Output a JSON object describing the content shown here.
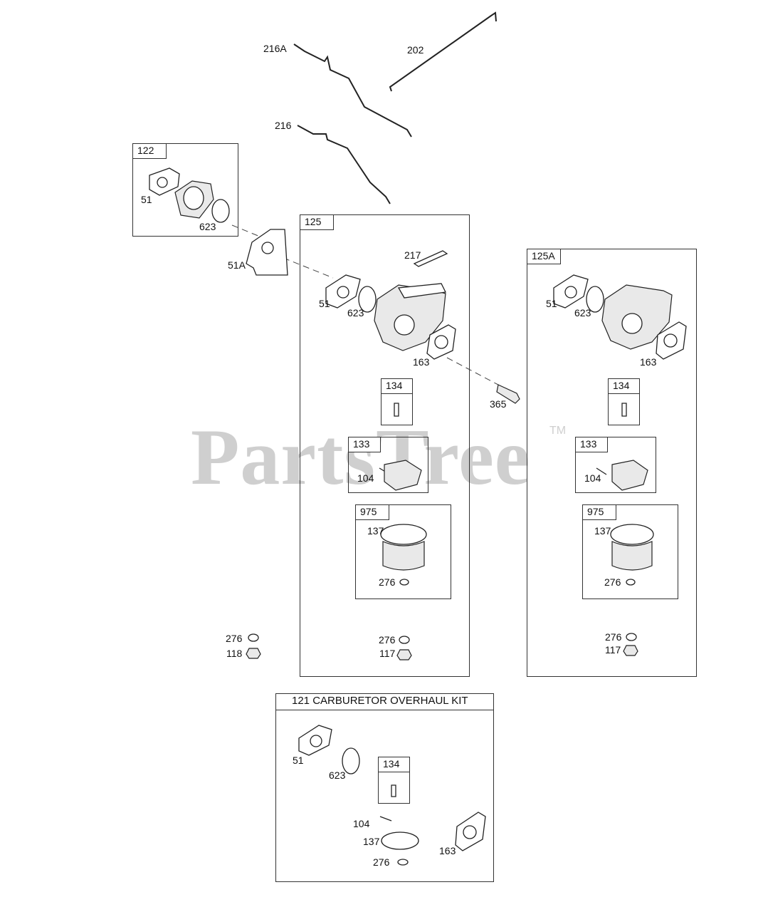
{
  "watermark": {
    "text": "PartsTree",
    "tm": "TM"
  },
  "labels": {
    "p216A": "216A",
    "p202": "202",
    "p216": "216",
    "p51A": "51A",
    "b122_tag": "122",
    "b122_51": "51",
    "b122_623": "623",
    "b125_tag": "125",
    "b125_217": "217",
    "b125_51": "51",
    "b125_623": "623",
    "b125_163": "163",
    "b125_134": "134",
    "b125_133": "133",
    "b125_104": "104",
    "b125_975": "975",
    "b125_137": "137",
    "b125_276a": "276",
    "b125_276b": "276",
    "b125_117": "117",
    "p365": "365",
    "left_276": "276",
    "left_118": "118",
    "b125A_tag": "125A",
    "b125A_51": "51",
    "b125A_623": "623",
    "b125A_163": "163",
    "b125A_134": "134",
    "b125A_133": "133",
    "b125A_104": "104",
    "b125A_975": "975",
    "b125A_137": "137",
    "b125A_276a": "276",
    "b125A_276b": "276",
    "b125A_117": "117",
    "kit_title": "121 CARBURETOR OVERHAUL KIT",
    "kit_51": "51",
    "kit_623": "623",
    "kit_134": "134",
    "kit_104": "104",
    "kit_137": "137",
    "kit_163": "163",
    "kit_276": "276"
  }
}
